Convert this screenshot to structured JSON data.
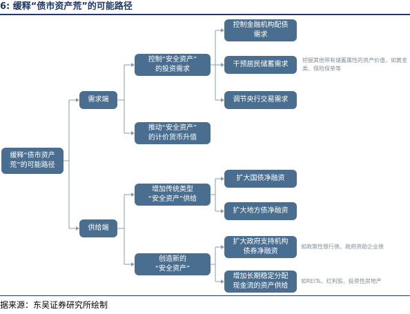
{
  "header": {
    "title": "6: 缓释“债市资产荒”的可能路径"
  },
  "diagram": {
    "root": {
      "lines": [
        "缓释“债市资产",
        "荒”的可能路径"
      ]
    },
    "demand": {
      "label": "需求端"
    },
    "supply": {
      "label": "供给端"
    },
    "demand_control": {
      "lines": [
        "控制“安全资产”",
        "的投资需求"
      ]
    },
    "demand_push": {
      "lines": [
        "推动“安全资产”",
        "的计价货币升值"
      ]
    },
    "control_fin": {
      "lines": [
        "控制金融机构配债",
        "需求"
      ]
    },
    "intervene_savings": {
      "label": "干预居民储蓄需求"
    },
    "adjust_cb": {
      "label": "调节央行交易需求"
    },
    "supply_traditional": {
      "lines": [
        "增加传统类型",
        "“安全资产”供给"
      ]
    },
    "supply_new": {
      "lines": [
        "创造新的",
        "“安全资产”"
      ]
    },
    "expand_national": {
      "label": "扩大国债净融资"
    },
    "expand_local": {
      "label": "扩大地方债净融资"
    },
    "expand_gov_support": {
      "lines": [
        "扩大政府支持机构",
        "债券净融资"
      ]
    },
    "increase_cashflow": {
      "lines": [
        "增加长期稳定分配",
        "现金流的资产供给"
      ]
    }
  },
  "notes": {
    "savings_note": "挖掘其他带有储蓄属性的资产价值，如黄金类、保险保单等",
    "gov_support_note": "如政策性银行债、政府资助企业债",
    "cashflow_note": "如REITs、红利股、投资性房地产"
  },
  "footer": {
    "source": "据来源：东吴证券研究所绘制"
  },
  "colors": {
    "box": "#4a6e8f",
    "line": "#8a9aa8",
    "title": "#1f3864"
  }
}
